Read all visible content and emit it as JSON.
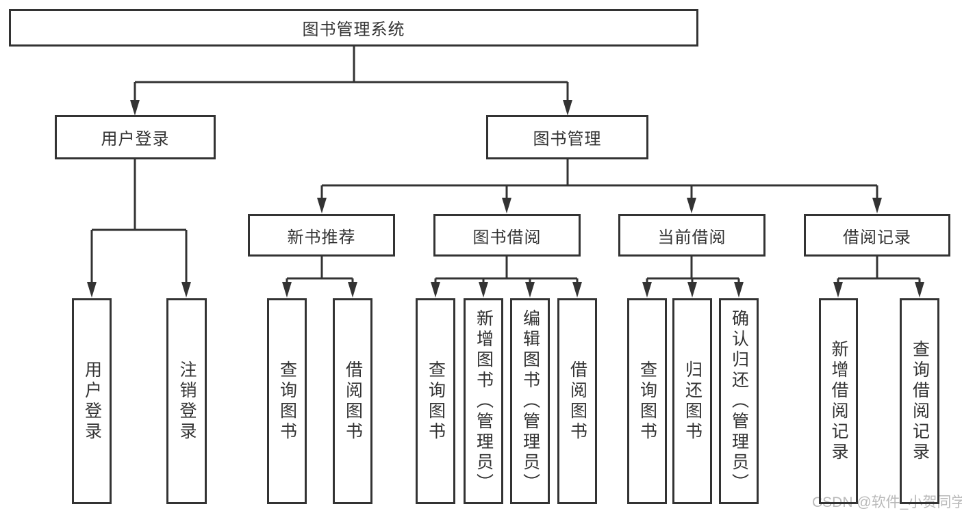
{
  "diagram": {
    "root": {
      "label": "图书管理系统"
    },
    "level2": {
      "user_login": {
        "label": "用户登录"
      },
      "book_management": {
        "label": "图书管理"
      }
    },
    "level3": {
      "new_book_recommend": {
        "label": "新书推荐"
      },
      "book_borrow": {
        "label": "图书借阅"
      },
      "current_borrow": {
        "label": "当前借阅"
      },
      "borrow_records": {
        "label": "借阅记录"
      }
    },
    "leaves": {
      "user_login_1": {
        "label": "用户登录"
      },
      "user_login_2": {
        "label": "注销登录"
      },
      "new_book_1": {
        "label": "查询图书"
      },
      "new_book_2": {
        "label": "借阅图书"
      },
      "book_borrow_1": {
        "label": "查询图书"
      },
      "book_borrow_2": {
        "label": "新增图书（管理员）"
      },
      "book_borrow_3": {
        "label": "编辑图书（管理员）"
      },
      "book_borrow_4": {
        "label": "借阅图书"
      },
      "current_borrow_1": {
        "label": "查询图书"
      },
      "current_borrow_2": {
        "label": "归还图书"
      },
      "current_borrow_3": {
        "label": "确认归还（管理员）"
      },
      "records_1": {
        "label": "新增借阅记录"
      },
      "records_2": {
        "label": "查询借阅记录"
      }
    }
  },
  "watermark": {
    "text": "CSDN @软件_小贺同学",
    "color": "#b9b9b9"
  },
  "colors": {
    "line": "#333333",
    "box_border": "#333333",
    "box_background": "#ffffff",
    "text": "#333333",
    "page_background": "#ffffff"
  }
}
